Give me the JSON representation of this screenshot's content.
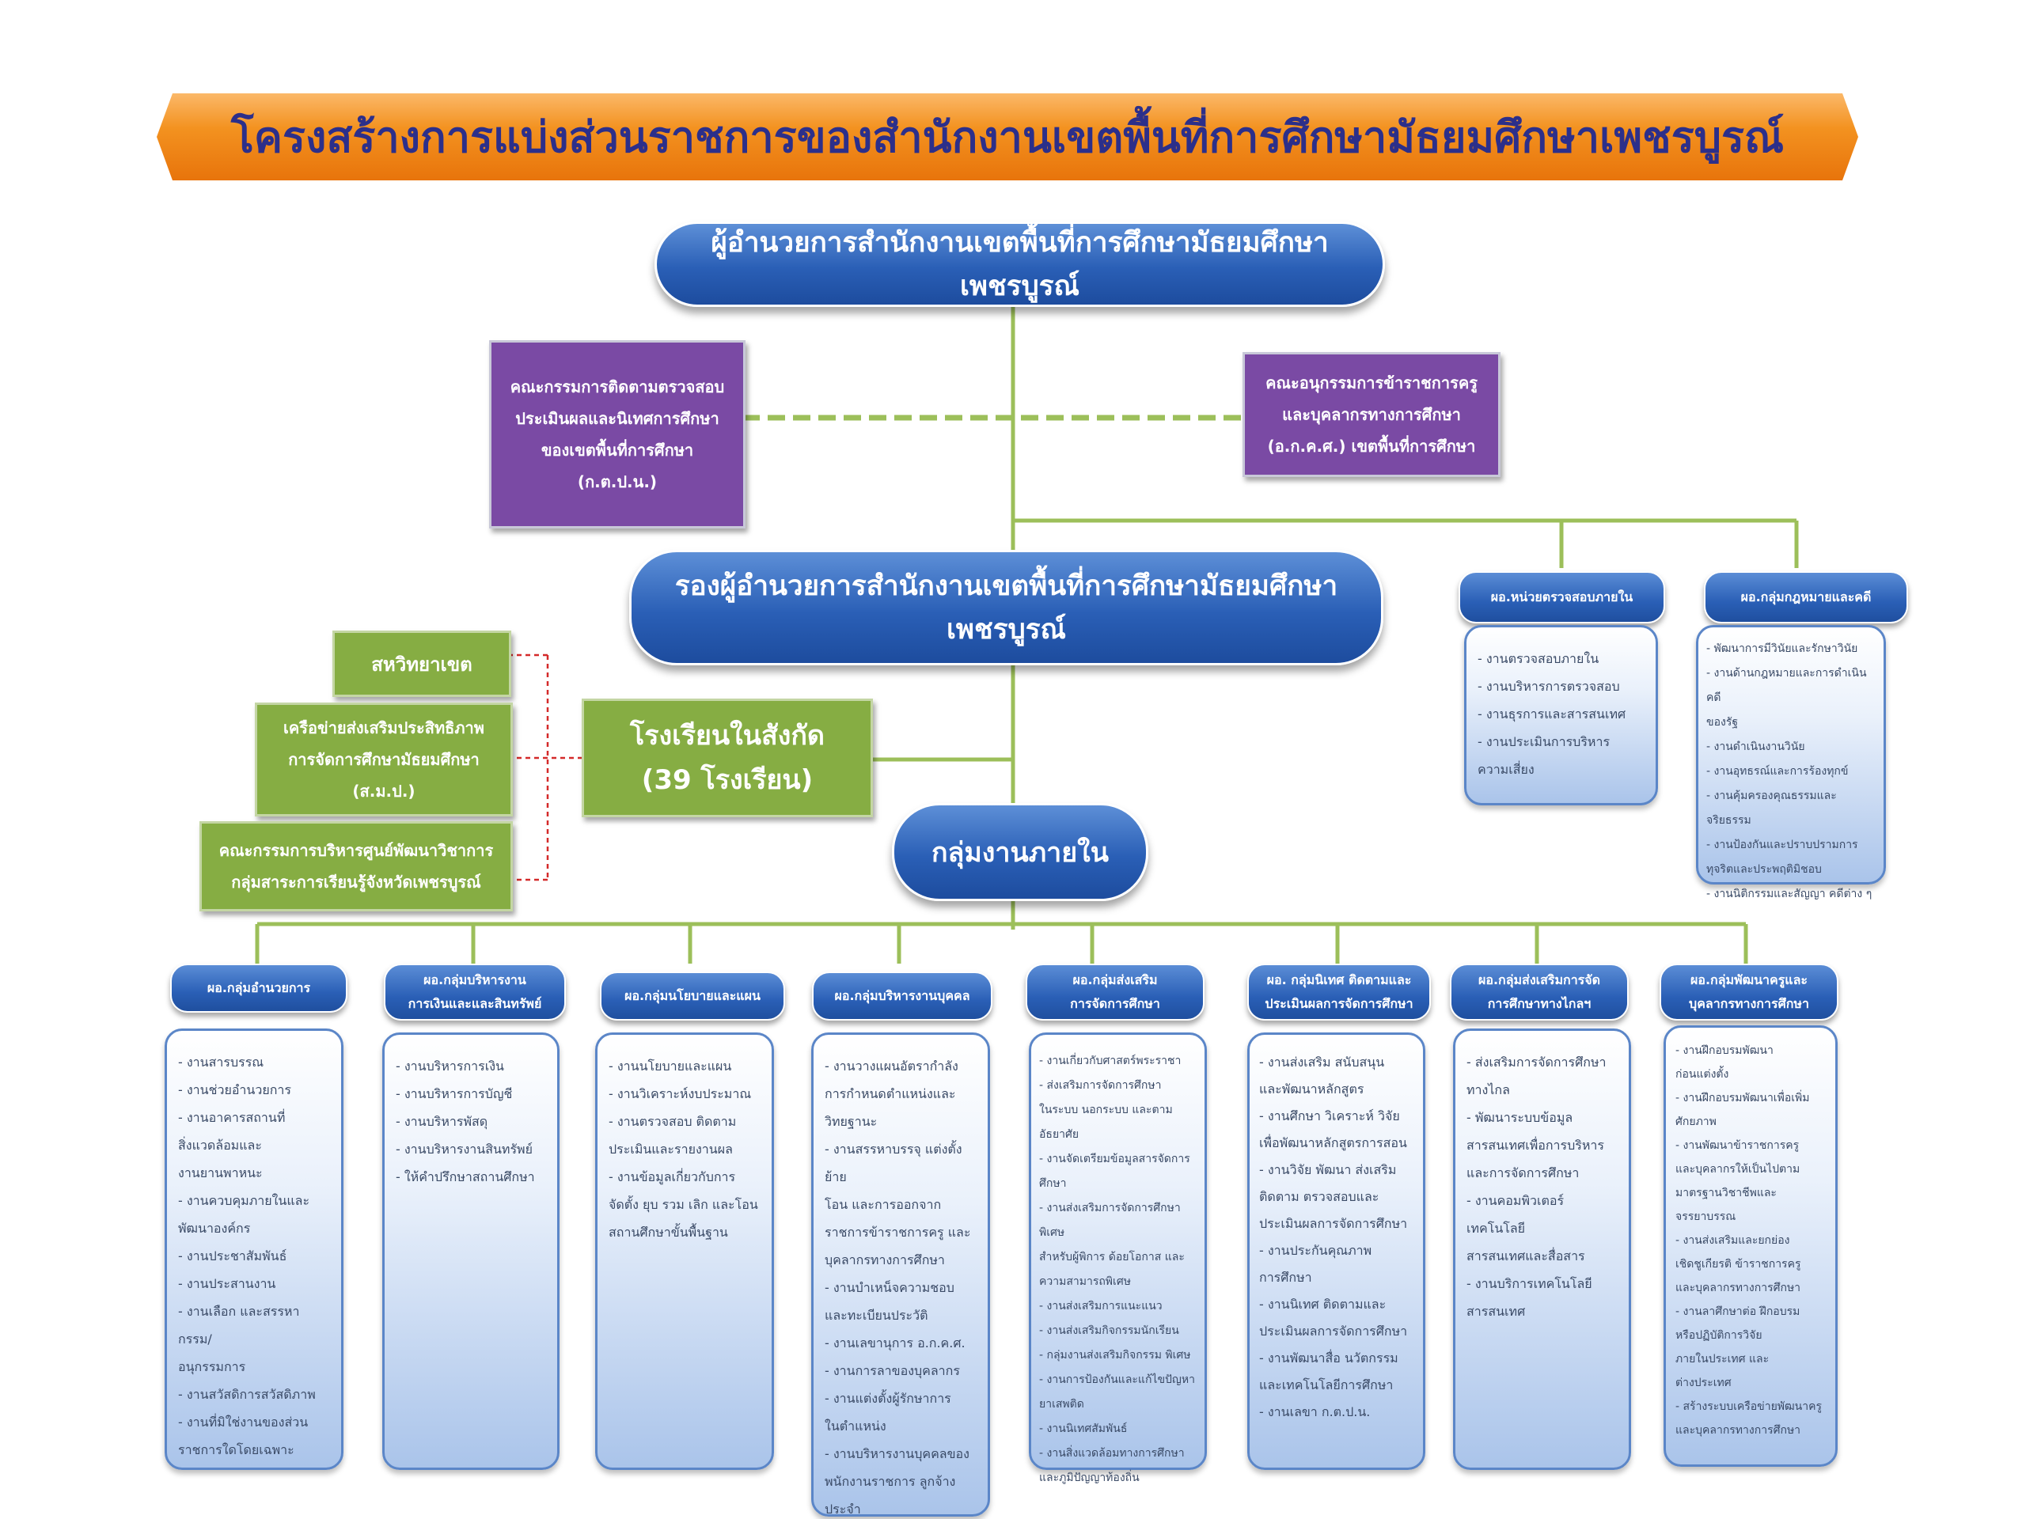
{
  "title": "โครงสร้างการแบ่งส่วนราชการของสำนักงานเขตพื้นที่การศึกษามัธยมศึกษาเพชรบูรณ์",
  "director": "ผู้อำนวยการสำนักงานเขตพื้นที่การศึกษามัธยมศึกษาเพชรบูรณ์",
  "deputy_director": "รองผู้อำนวยการสำนักงานเขตพื้นที่การศึกษามัธยมศึกษาเพชรบูรณ์",
  "committee_left": "คณะกรรมการติดตามตรวจสอบ\nประเมินผลและนิเทศการศึกษา\nของเขตพื้นที่การศึกษา\n(ก.ต.ป.น.)",
  "committee_right": "คณะอนุกรรมการข้าราชการครู\nและบุคลากรทางการศึกษา\n(อ.ก.ค.ศ.) เขตพื้นที่การศึกษา",
  "schools": "โรงเรียนในสังกัด\n(39 โรงเรียน)",
  "internal_groups": "กลุ่มงานภายใน",
  "green_boxes": {
    "union": "สหวิทยาเขต",
    "network": "เครือข่ายส่งเสริมประสิทธิภาพ\nการจัดการศึกษามัธยมศึกษา\n(ส.ม.ป.)",
    "center": "คณะกรรมการบริหารศูนย์พัฒนาวิชาการ\nกลุ่มสาระการเรียนรู้จังหวัดเพชรบูรณ์"
  },
  "side_units": [
    {
      "header": "ผอ.หน่วยตรวจสอบภายใน",
      "items": [
        "- งานตรวจสอบภายใน",
        "- งานบริหารการตรวจสอบ",
        "- งานธุรการและสารสนเทศ",
        "- งานประเมินการบริหาร\nความเสี่ยง"
      ]
    },
    {
      "header": "ผอ.กลุ่มกฎหมายและคดี",
      "items": [
        "- พัฒนาการมีวินัยและรักษาวินัย",
        "- งานด้านกฎหมายและการดำเนินคดี\n  ของรัฐ",
        "- งานดำเนินงานวินัย",
        "- งานอุทธรณ์และการร้องทุกข์",
        "- งานคุ้มครองคุณธรรมและจริยธรรม",
        "- งานป้องกันและปราบปรามการ\nทุจริตและประพฤติมิชอบ",
        "- งานนิติกรรมและสัญญา คดีต่าง ๆ"
      ]
    }
  ],
  "groups": [
    {
      "header": "ผอ.กลุ่มอำนวยการ",
      "items": [
        "- งานสารบรรณ",
        "- งานช่วยอำนวยการ",
        "- งานอาคารสถานที่\n  สิ่งแวดล้อมและ\n  งานยานพาหนะ",
        "- งานควบคุมภายในและ\n  พัฒนาองค์กร",
        "- งานประชาสัมพันธ์",
        "- งานประสานงาน",
        "- งานเลือก และสรรหากรรม/\n  อนุกรรมการ",
        "- งานสวัสดิการสวัสดิภาพ",
        "- งานที่มิใช่งานของส่วน\n  ราชการใดโดยเฉพาะ"
      ]
    },
    {
      "header": "ผอ.กลุ่มบริหารงาน\nการเงินและและสินทรัพย์",
      "items": [
        "- งานบริหารการเงิน",
        "- งานบริหารการบัญชี",
        "- งานบริหารพัสดุ",
        "- งานบริหารงานสินทรัพย์",
        "- ให้คำปรึกษาสถานศึกษา"
      ]
    },
    {
      "header": "ผอ.กลุ่มนโยบายและแผน",
      "items": [
        "- งานนโยบายและแผน",
        "- งานวิเคราะห์งบประมาณ",
        "- งานตรวจสอบ ติดตาม\n  ประเมินและรายงานผล",
        "- งานข้อมูลเกี่ยวกับการ\nจัดตั้ง ยุบ รวม เลิก และโอน\nสถานศึกษาขั้นพื้นฐาน"
      ]
    },
    {
      "header": "ผอ.กลุ่มบริหารงานบุคคล",
      "items": [
        "- งานวางแผนอัตรากำลัง\n  การกำหนดตำแหน่งและ\n  วิทยฐานะ",
        "- งานสรรหาบรรจุ แต่งตั้ง ย้าย\nโอน และการออกจาก\nราชการข้าราชการครู และ\nบุคลากรทางการศึกษา",
        "- งานบำเหน็จความชอบ\n  และทะเบียนประวัติ",
        "- งานเลขานุการ อ.ก.ค.ศ.",
        "- งานการลาของบุคลากร",
        "- งานแต่งตั้งผู้รักษาการ\n  ในตำแหน่ง",
        "- งานบริหารงานบุคคลของ\nพนักงานราชการ ลูกจ้างประจำ\nและบุคลากรอื่น"
      ]
    },
    {
      "header": "ผอ.กลุ่มส่งเสริม\nการจัดการศึกษา",
      "items": [
        "- งานเกี่ยวกับศาสตร์พระราชา",
        "- ส่งเสริมการจัดการศึกษา\nในระบบ นอกระบบ และตาม\nอัธยาศัย",
        "- งานจัดเตรียมข้อมูลสารจัดการศึกษา",
        "- งานส่งเสริมการจัดการศึกษาพิเศษ\nสำหรับผู้พิการ ด้อยโอกาส และ\nความสามารถพิเศษ",
        "- งานส่งเสริมการแนะแนว",
        "- งานส่งเสริมกิจกรรมนักเรียน",
        "- กลุ่มงานส่งเสริมกิจกรรม พิเศษ",
        "- งานการป้องกันและแก้ไขปัญหา\nยาเสพติด",
        "- งานนิเทศสัมพันธ์",
        "- งานสิ่งแวดล้อมทางการศึกษา\nและภูมิปัญญาท้องถิ่น"
      ]
    },
    {
      "header": "ผอ. กลุ่มนิเทศ ติดตามและ\nประเมินผลการจัดการศึกษา",
      "items": [
        "- งานส่งเสริม สนับสนุน\n  และพัฒนาหลักสูตร",
        "- งานศึกษา วิเคราะห์ วิจัย\nเพื่อพัฒนาหลักสูตรการสอน",
        "- งานวิจัย พัฒนา ส่งเสริม\n  ติดตาม ตรวจสอบและ\n  ประเมินผลการจัดการศึกษา",
        "- งานประกันคุณภาพ\n  การศึกษา",
        "- งานนิเทศ ติดตามและ\n  ประเมินผลการจัดการศึกษา",
        "- งานพัฒนาสื่อ นวัตกรรม\nและเทคโนโลยีการศึกษา",
        "- งานเลขา ก.ต.ป.น."
      ]
    },
    {
      "header": "ผอ.กลุ่มส่งเสริมการจัด\nการศึกษาทางไกลฯ",
      "items": [
        "- ส่งเสริมการจัดการศึกษา\n  ทางไกล",
        "- พัฒนาระบบข้อมูล\nสารสนเทศเพื่อการบริหาร\nและการจัดการศึกษา",
        "- งานคอมพิวเตอร์เทคโนโลยี\nสารสนเทศและสื่อสาร",
        "- งานบริการเทคโนโลยี\nสารสนเทศ"
      ]
    },
    {
      "header": "ผอ.กลุ่มพัฒนาครูและ\nบุคลากรทางการศึกษา",
      "items": [
        "- งานฝึกอบรมพัฒนา\n  ก่อนแต่งตั้ง",
        "- งานฝึกอบรมพัฒนาเพื่อเพิ่ม\nศักยภาพ",
        "- งานพัฒนาข้าราชการครู\n  และบุคลากรให้เป็นไปตาม\n  มาตรฐานวิชาชีพและ\n  จรรยาบรรณ",
        "- งานส่งเสริมและยกย่อง\n  เชิดชูเกียรติ ข้าราชการครู\n  และบุคลากรทางการศึกษา",
        "- งานลาศึกษาต่อ ฝึกอบรม\n  หรือปฏิบัติการวิจัย\n  ภายในประเทศ และ\n  ต่างประเทศ",
        "- สร้างระบบเครือข่ายพัฒนาครู\nและบุคลากรทางการศึกษา"
      ]
    }
  ],
  "colors": {
    "banner": "#f39220",
    "title_text": "#2c2f8a",
    "pill": "#2a5fb6",
    "purple": "#7a4aa4",
    "green": "#86ad43",
    "connector": "#9cbf5a",
    "dashed_red": "#d42a2a",
    "list_border": "#5b86c8"
  }
}
